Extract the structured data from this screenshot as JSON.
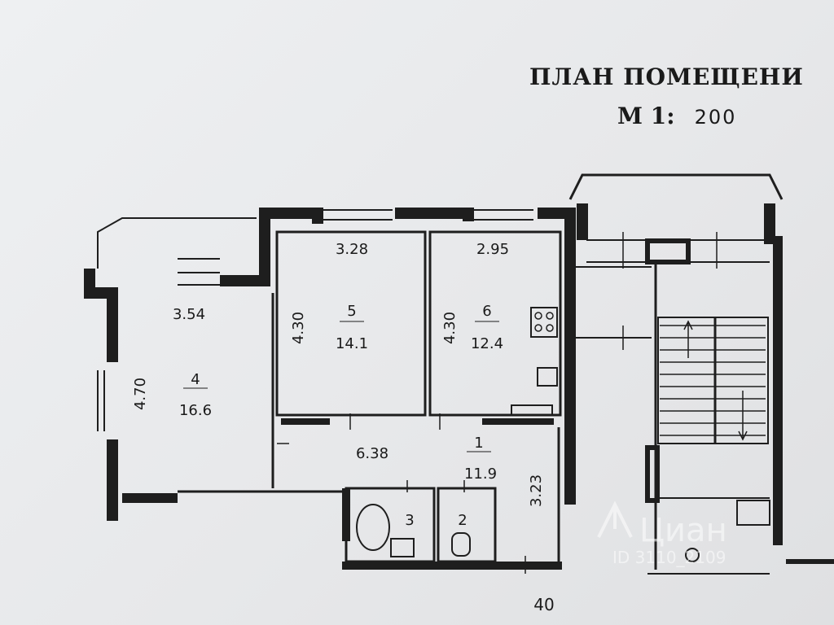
{
  "header": {
    "title": "ПЛАН ПОМЕЩЕНИ",
    "scale_label": "М 1:",
    "scale_value": "200"
  },
  "rooms": [
    {
      "id": "4",
      "number": "4",
      "area": "16.6"
    },
    {
      "id": "5",
      "number": "5",
      "area": "14.1"
    },
    {
      "id": "6",
      "number": "6",
      "area": "12.4"
    },
    {
      "id": "1",
      "number": "1",
      "area": "11.9"
    },
    {
      "id": "3",
      "number": "3",
      "area": ""
    },
    {
      "id": "2",
      "number": "2",
      "area": ""
    }
  ],
  "dimensions": {
    "room4_width": "3.54",
    "room4_height": "4.70",
    "room5_width": "3.28",
    "room5_height": "4.30",
    "room6_width": "2.95",
    "room6_height": "4.30",
    "hall_width": "6.38",
    "hall_height": "3.23"
  },
  "footer": {
    "number": "40"
  },
  "watermark": {
    "brand": "Циан",
    "id_text": "ID 3110_2109"
  },
  "colors": {
    "ink": "#1a1a1a",
    "paper": "#e9eaec",
    "wall": "#1e1e1e"
  }
}
